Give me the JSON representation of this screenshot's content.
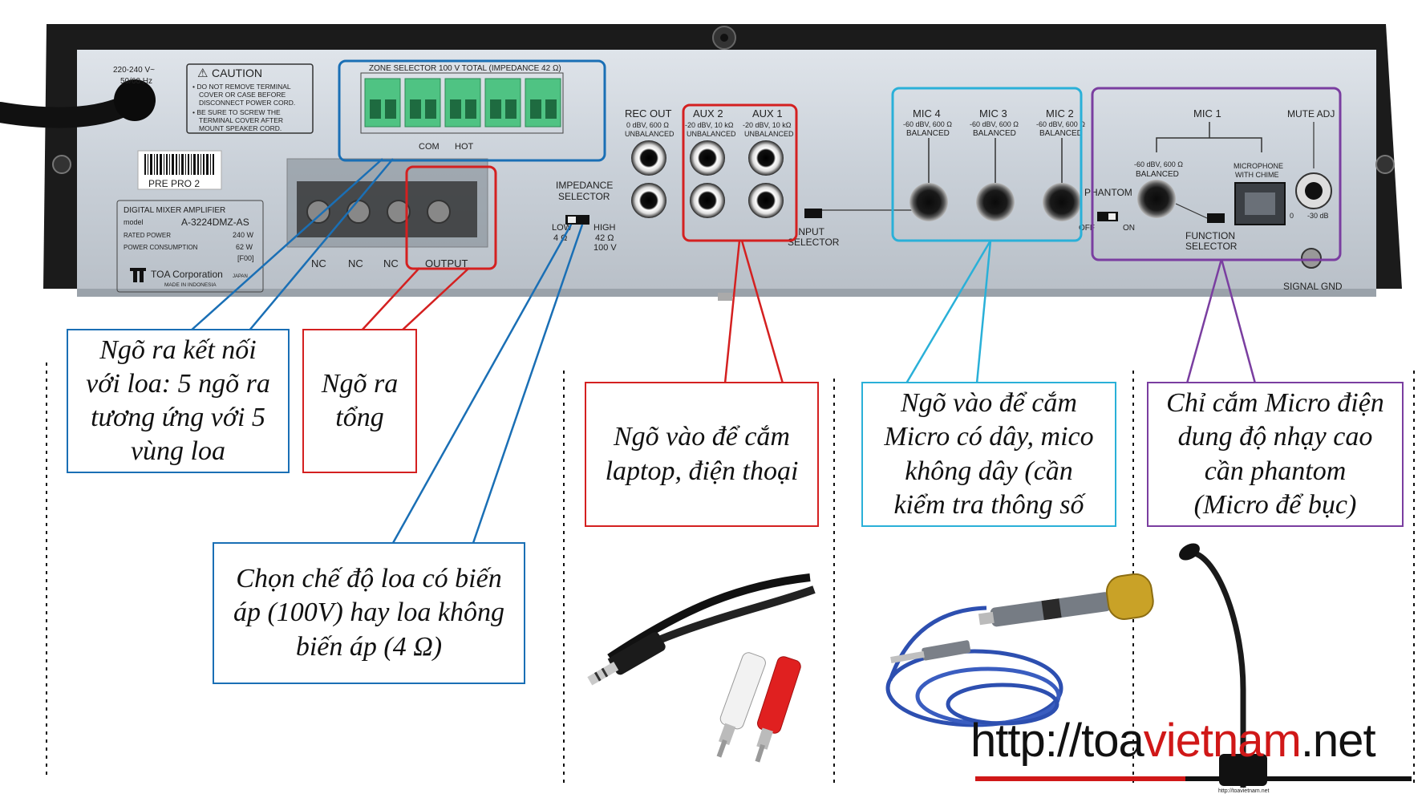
{
  "device": {
    "power_rating": "220-240 V~",
    "power_freq": "50/60 Hz",
    "caution_title": "CAUTION",
    "caution_line1": "• DO NOT REMOVE TERMINAL",
    "caution_line2": "COVER OR CASE BEFORE",
    "caution_line3": "DISCONNECT POWER CORD.",
    "caution_line4": "• BE SURE TO SCREW THE",
    "caution_line5": "TERMINAL COVER AFTER",
    "caution_line6": "MOUNT SPEAKER CORD.",
    "zone_selector": "ZONE SELECTOR 100 V TOTAL (IMPEDANCE 42 Ω)",
    "com": "COM",
    "hot": "HOT",
    "barcode_label": "PRE PRO 2",
    "product_type": "DIGITAL MIXER AMPLIFIER",
    "model_key": "model",
    "model_value": "A-3224DMZ-AS",
    "rated_power_key": "RATED POWER",
    "rated_power_value": "240 W",
    "power_consumption_key": "POWER CONSUMPTION",
    "power_consumption_value": "62 W",
    "code": "[F00]",
    "maker": "TOA Corporation",
    "maker_country": "JAPAN",
    "made_in": "MADE IN INDONESIA",
    "nc1": "NC",
    "nc2": "NC",
    "nc3": "NC",
    "output": "OUTPUT",
    "impedance_selector_1": "IMPEDANCE",
    "impedance_selector_2": "SELECTOR",
    "low": "LOW",
    "low_value": "4 Ω",
    "high": "HIGH",
    "high_value1": "42 Ω",
    "high_value2": "100 V",
    "rec_out": "REC OUT",
    "rec_out_spec1": "0 dBV, 600 Ω",
    "rec_out_spec2": "UNBALANCED",
    "aux2": "AUX 2",
    "aux2_spec1": "-20 dBV, 10 kΩ",
    "aux2_spec2": "UNBALANCED",
    "aux1": "AUX 1",
    "aux1_spec1": "-20 dBV, 10 kΩ",
    "aux1_spec2": "UNBALANCED",
    "input_selector_1": "INPUT",
    "input_selector_2": "SELECTOR",
    "mic4": "MIC 4",
    "mic3": "MIC 3",
    "mic2": "MIC 2",
    "mic_spec1": "-60 dBV, 600 Ω",
    "mic_spec2": "BALANCED",
    "phantom": "PHANTOM",
    "off": "OFF",
    "on": "ON",
    "mic1": "MIC 1",
    "mic1_spec1": "-60 dBV, 600 Ω",
    "mic1_spec2": "BALANCED",
    "mic_chime_1": "MICROPHONE",
    "mic_chime_2": "WITH CHIME",
    "function_selector_1": "FUNCTION",
    "function_selector_2": "SELECTOR",
    "mute_adj": "MUTE ADJ",
    "mute_0": "0",
    "mute_30": "-30 dB",
    "signal_gnd": "SIGNAL GND"
  },
  "annotations": {
    "speaker_outputs": [
      "Ngõ ra kết nối",
      "với loa: 5 ngõ ra",
      "tương ứng với 5",
      "vùng loa"
    ],
    "main_output": [
      "Ngõ ra",
      "tổng"
    ],
    "impedance_mode": [
      "Chọn chế độ loa có biến",
      "áp (100V) hay loa không",
      "biến áp (4 Ω)"
    ],
    "aux_input": [
      "Ngõ vào để cắm",
      "laptop, điện thoại"
    ],
    "mic_input": [
      "Ngõ vào để cắm",
      "Micro có dây, mico",
      "không dây (cần",
      "kiểm tra thông số"
    ],
    "phantom_mic": [
      "Chỉ cắm Micro điện",
      "dung độ nhạy cao",
      "cần phantom",
      "(Micro để bục)"
    ]
  },
  "watermark": {
    "url_part1": "http://toa",
    "url_part2": "vietnam",
    "url_part3": ".net",
    "small": "http://toavietnam.net"
  },
  "colors": {
    "blue": "#1a6fb5",
    "red": "#d42020",
    "cyan": "#2ab0d8",
    "purple": "#7a3ea0",
    "panel": "#c9d0d8",
    "terminal_green": "#4fc383"
  }
}
